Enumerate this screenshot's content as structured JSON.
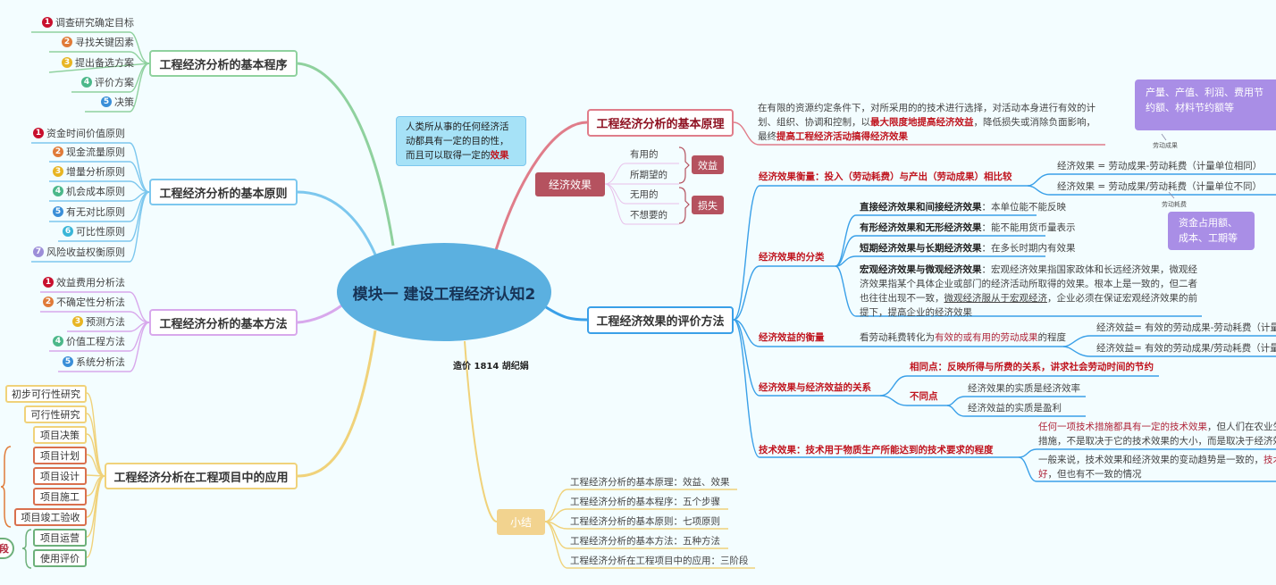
{
  "center": {
    "title": "模块一 建设工程经济认知2",
    "author": "造价 1814 胡纪娟"
  },
  "left": {
    "procedure": {
      "title": "工程经济分析的基本程序",
      "items": [
        "调查研究确定目标",
        "寻找关键因素",
        "提出备选方案",
        "评价方案",
        "决策"
      ]
    },
    "principles": {
      "title": "工程经济分析的基本原则",
      "items": [
        "资金时间价值原则",
        "现金流量原则",
        "增量分析原则",
        "机会成本原则",
        "有无对比原则",
        "可比性原则",
        "风险收益权衡原则"
      ]
    },
    "methods": {
      "title": "工程经济分析的基本方法",
      "items": [
        "效益费用分析法",
        "不确定性分析法",
        "预测方法",
        "价值工程方法",
        "系统分析法"
      ]
    },
    "application": {
      "title": "工程经济分析在工程项目中的应用",
      "items": [
        "初步可行性研究",
        "可行性研究",
        "项目决策",
        "项目计划",
        "项目设计",
        "项目施工",
        "项目竣工验收",
        "项目运营",
        "使用评价"
      ],
      "stage_fragment": "段"
    }
  },
  "numbers": [
    "1",
    "2",
    "3",
    "4",
    "5",
    "6",
    "7"
  ],
  "colors": {
    "n1": "#c8102e",
    "n2": "#e07b39",
    "n3": "#e8b523",
    "n4": "#4cb88a",
    "n5": "#3a8fd8",
    "n6": "#3ab6d8",
    "n7": "#9c8ed8"
  },
  "principle": {
    "title": "工程经济分析的基本原理",
    "callout": {
      "text": "人类所从事的任何经济活动都具有一定的目的性，而且可以取得一定的",
      "highlight": "效果"
    },
    "effect": {
      "label": "经济效果",
      "items": [
        "有用的",
        "所期望的",
        "无用的",
        "不想要的"
      ],
      "benefit": "效益",
      "loss": "损失"
    },
    "desc": {
      "p1": "在有限的资源约定条件下，对所采用的的技术进行选择，对活动本身进行有效的计划、组织、协调和控制，以",
      "h1": "最大限度地提高经济效益",
      "p2": "，降低损失或消除负面影响，最终",
      "h2": "提高工程经济活动搞得经济效果"
    }
  },
  "evaluation": {
    "title": "工程经济效果的评价方法",
    "measure": {
      "label": "经济效果衡量：投入（劳动耗费）与产出（劳动成果）相比较",
      "f1": "经济效果 = 劳动成果-劳动耗费（计量单位相同）",
      "f2": "经济效果 = 劳动成果/劳动耗费（计量单位不同）"
    },
    "output_note": {
      "label": "劳动成果",
      "text": "产量、产值、利润、费用节约额、材料节约额等"
    },
    "input_note": {
      "label": "劳动耗费",
      "text": "资金占用额、成本、工期等"
    },
    "classify": {
      "label": "经济效果的分类",
      "items": [
        {
          "k": "直接经济效果和间接经济效果",
          "v": "：本单位能不能反映"
        },
        {
          "k": "有形经济效果和无形经济效果",
          "v": "：能不能用货币量表示"
        },
        {
          "k": "短期经济效果与长期经济效果",
          "v": "：在多长时期内有效果"
        },
        {
          "k": "宏观经济效果与微观经济效果",
          "v": "：宏观经济效果指国家政体和长远经济效果，微观经济效果指某个具体企业或部门的经济活动所取得的效果。根本上是一致的，但二者也往往出现不一致，",
          "u": "微观经济服从于宏观经济",
          "v2": "，企业必须在保证宏观经济效果的前提下，提高企业的经济效果"
        }
      ]
    },
    "benefit": {
      "label": "经济效益的衡量",
      "t1": "看劳动耗费转化为",
      "h": "有效的或有用的劳动成果",
      "t2": "的程度",
      "f1": "经济效益= 有效的劳动成果-劳动耗费（计量",
      "f2": "经济效益= 有效的劳动成果/劳动耗费（计量"
    },
    "relation": {
      "label": "经济效果与经济效益的关系",
      "same": "相同点：反映所得与所费的关系，讲求社会劳动时间的节约",
      "diff": "不同点",
      "d1": "经济效果的实质是经济效率",
      "d2": "经济效益的实质是盈利"
    },
    "tech": {
      "label": "技术效果：技术用于物质生产所能达到的技术要求的程度",
      "t1h": "任何一项技术措施都具有一定的技术效果",
      "t1": "，但人们在农业生",
      "t1b": "措施，不是取决于它的技术效果的大小，而是取决于经济效",
      "t2": "一般来说，技术效果和经济效果的变动趋势是一致的，",
      "t2h": "技术",
      "t2c": "好",
      "t2d": "，但也有不一致的情况"
    }
  },
  "summary": {
    "label": "小结",
    "items": [
      "工程经济分析的基本原理：效益、效果",
      "工程经济分析的基本程序：五个步骤",
      "工程经济分析的基本原则：七项原则",
      "工程经济分析的基本方法：五种方法",
      "工程经济分析在工程项目中的应用：三阶段"
    ]
  }
}
